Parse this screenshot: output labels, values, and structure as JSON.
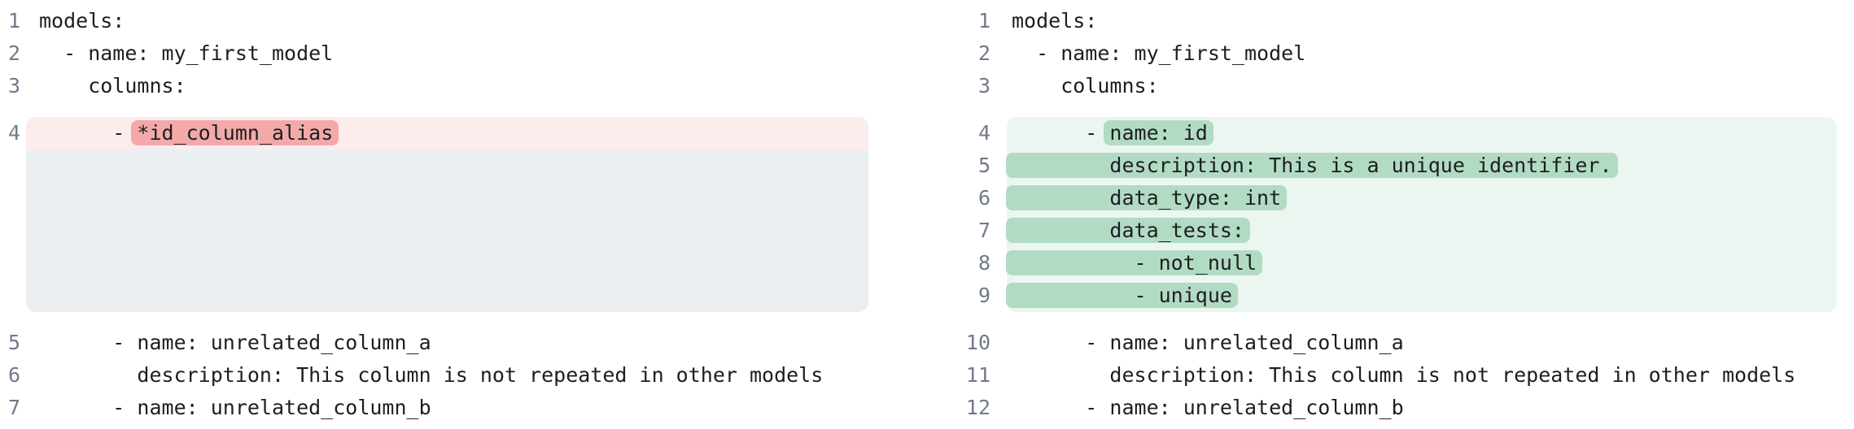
{
  "colors": {
    "page_background": "#ffffff",
    "code_text": "#1c1e21",
    "line_number": "#717a8a",
    "removed_line_bg": "#fcecec",
    "removed_token_bg": "#f3a9a9",
    "added_line_bg": "#ebf6f0",
    "added_token_bg": "#b2dbc4",
    "spacer_bg": "#eceff1"
  },
  "diff": {
    "left": {
      "lines": [
        {
          "num": "1",
          "text": "models:"
        },
        {
          "num": "2",
          "text": "  - name: my_first_model"
        },
        {
          "num": "3",
          "text": "    columns:"
        },
        {
          "num": "4",
          "pre": "      - ",
          "removed": "*id_column_alias"
        },
        {
          "num": "5",
          "text": "      - name: unrelated_column_a"
        },
        {
          "num": "6",
          "text": "        description: This column is not repeated in other models"
        },
        {
          "num": "7",
          "text": "      - name: unrelated_column_b"
        }
      ]
    },
    "right": {
      "lines": [
        {
          "num": "1",
          "text": "models:"
        },
        {
          "num": "2",
          "text": "  - name: my_first_model"
        },
        {
          "num": "3",
          "text": "    columns:"
        },
        {
          "num": "4",
          "pre": "      - ",
          "added": "name: id"
        },
        {
          "num": "5",
          "added": "        description: This is a unique identifier."
        },
        {
          "num": "6",
          "added": "        data_type: int"
        },
        {
          "num": "7",
          "added": "        data_tests:"
        },
        {
          "num": "8",
          "added": "          - not_null"
        },
        {
          "num": "9",
          "added": "          - unique"
        },
        {
          "num": "10",
          "text": "      - name: unrelated_column_a"
        },
        {
          "num": "11",
          "text": "        description: This column is not repeated in other models"
        },
        {
          "num": "12",
          "text": "      - name: unrelated_column_b"
        }
      ]
    }
  }
}
